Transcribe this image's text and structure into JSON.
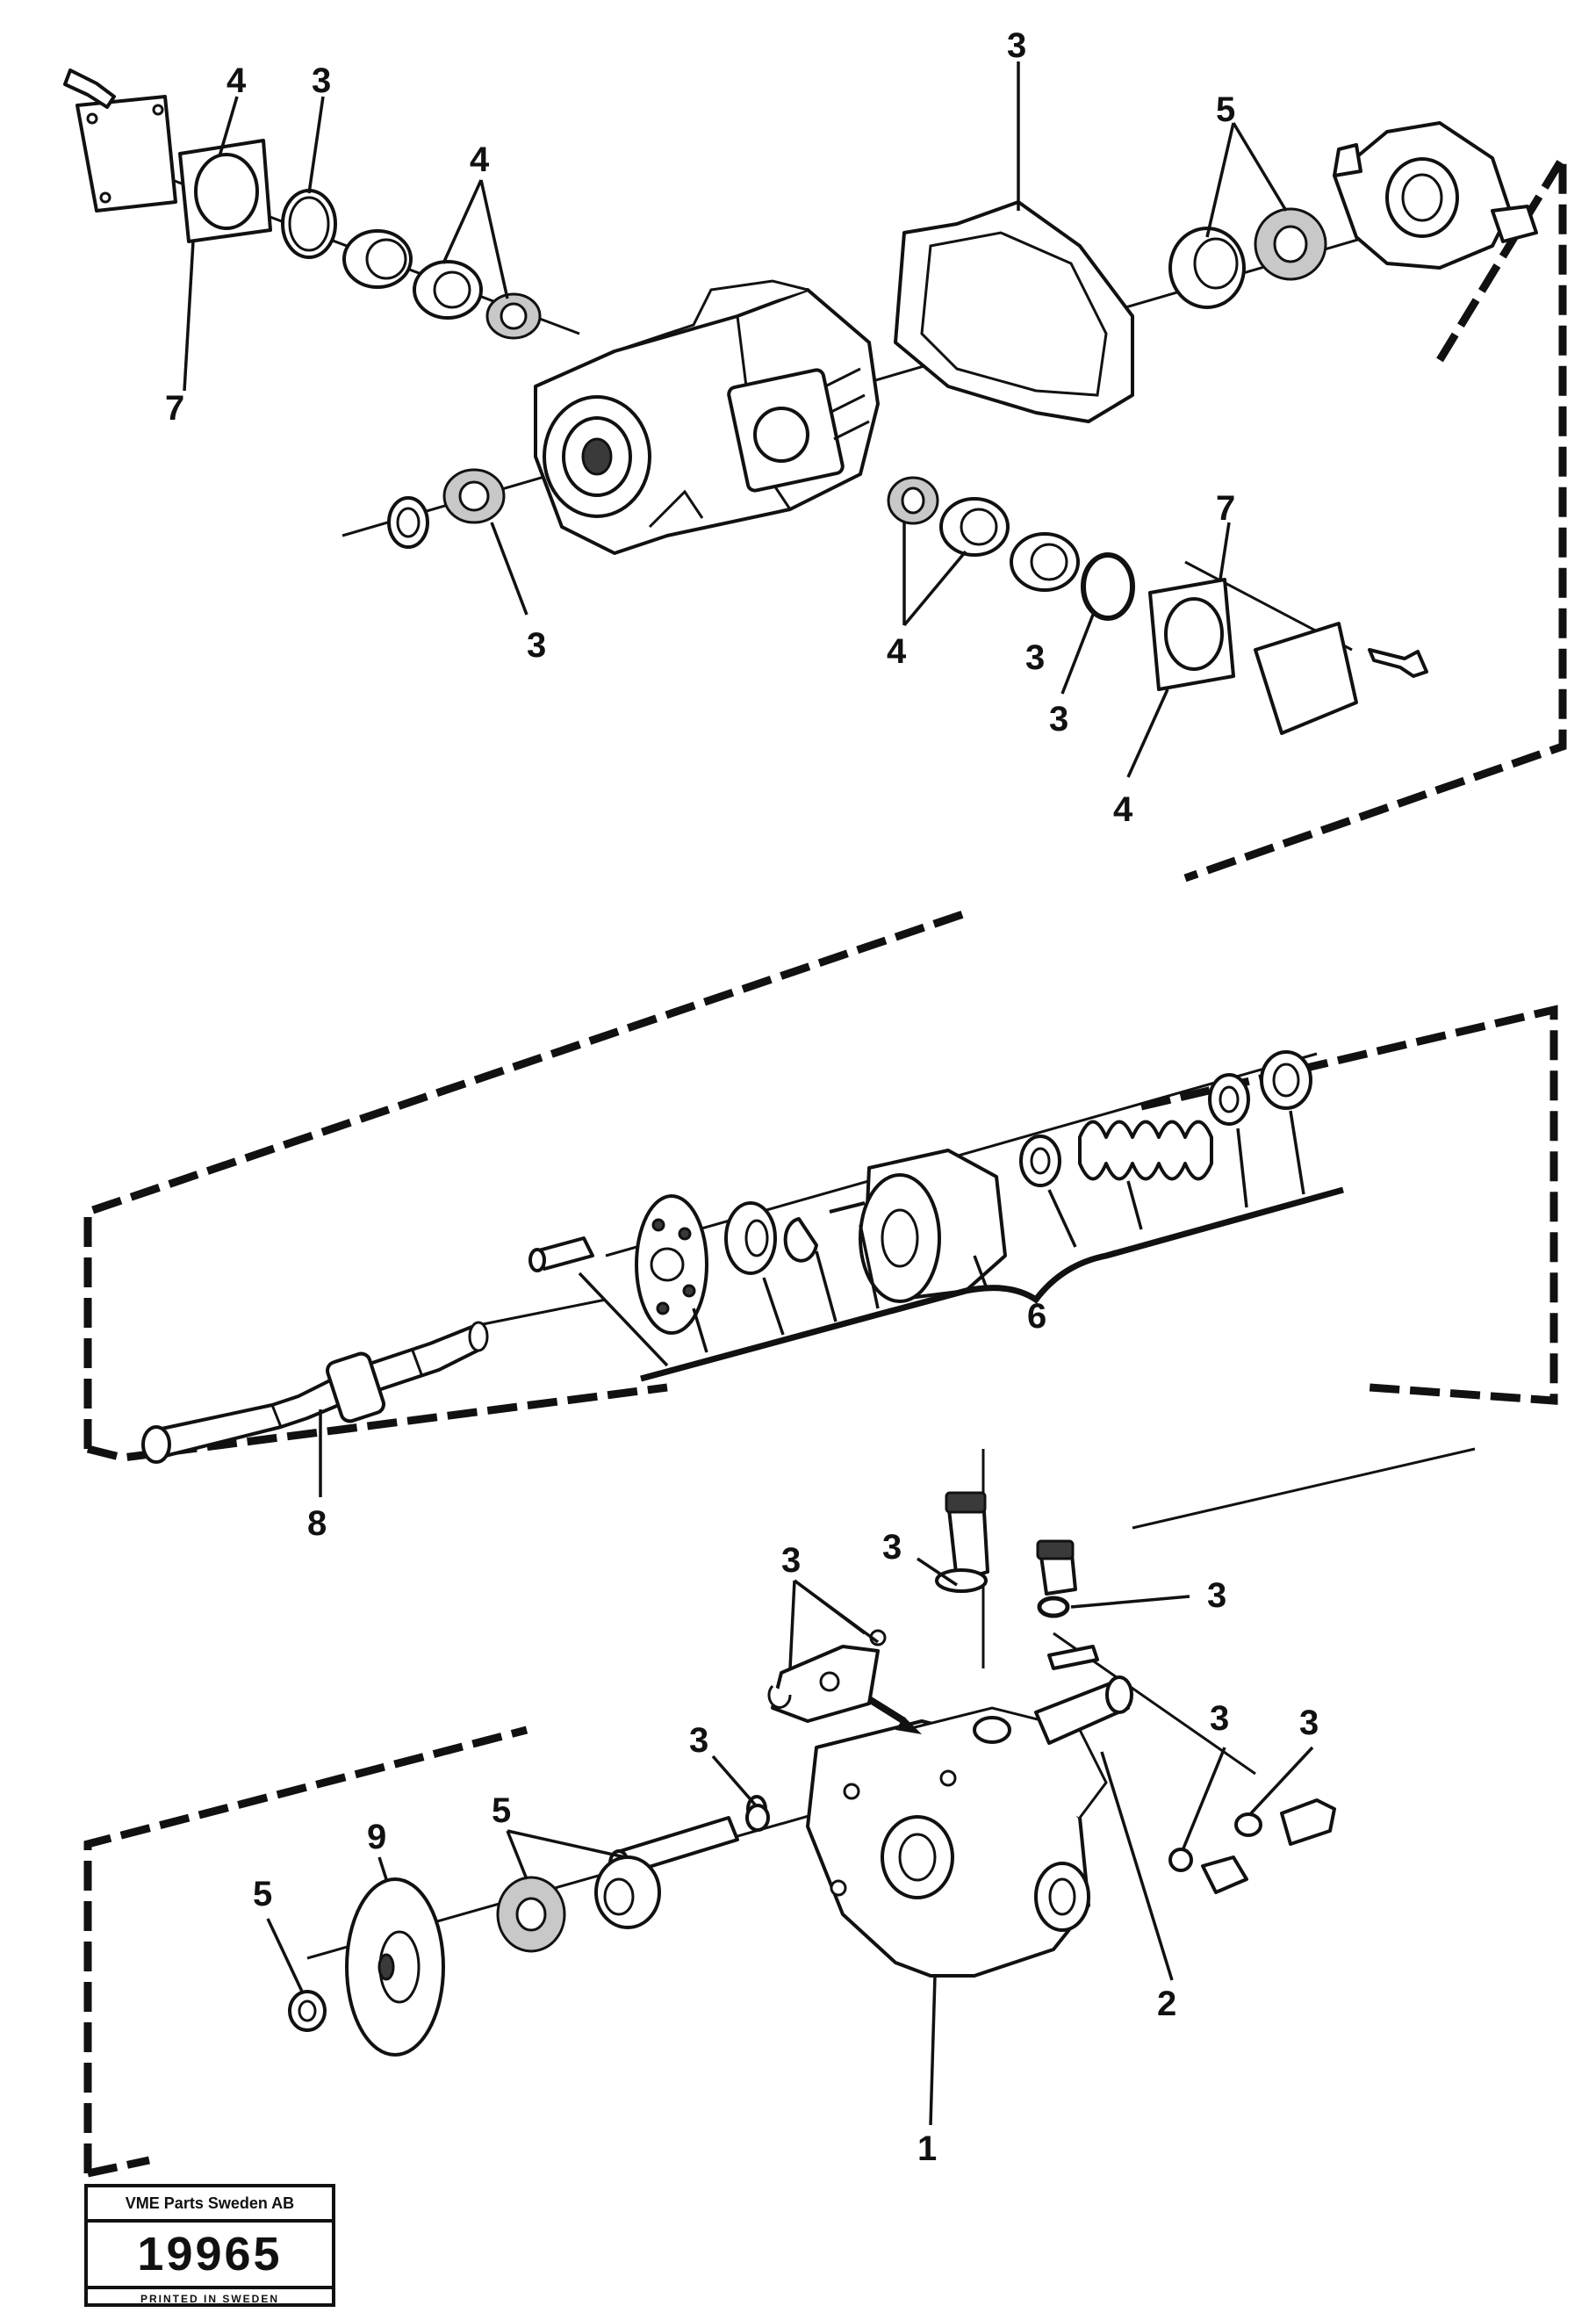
{
  "stamp": {
    "company": "VME Parts Sweden AB",
    "number": "19965",
    "printed": "PRINTED IN SWEDEN"
  },
  "callouts": [
    {
      "id": "c-top-3a",
      "label": "3"
    },
    {
      "id": "c-top-4a",
      "label": "4"
    },
    {
      "id": "c-top-3b",
      "label": "3"
    },
    {
      "id": "c-top-4b",
      "label": "4"
    },
    {
      "id": "c-top-7a",
      "label": "7"
    },
    {
      "id": "c-top-3c",
      "label": "3"
    },
    {
      "id": "c-top-5a",
      "label": "5"
    },
    {
      "id": "c-top-3d",
      "label": "3"
    },
    {
      "id": "c-top-7b",
      "label": "7"
    },
    {
      "id": "c-top-4c",
      "label": "4"
    },
    {
      "id": "c-top-3e",
      "label": "3"
    },
    {
      "id": "c-top-4d",
      "label": "4"
    },
    {
      "id": "c-mid-6",
      "label": "6"
    },
    {
      "id": "c-mid-8",
      "label": "8"
    },
    {
      "id": "c-bot-3a",
      "label": "3"
    },
    {
      "id": "c-bot-3b",
      "label": "3"
    },
    {
      "id": "c-bot-3c",
      "label": "3"
    },
    {
      "id": "c-bot-3d",
      "label": "3"
    },
    {
      "id": "c-bot-3e",
      "label": "3"
    },
    {
      "id": "c-bot-3f",
      "label": "3"
    },
    {
      "id": "c-bot-5a",
      "label": "5"
    },
    {
      "id": "c-bot-9",
      "label": "9"
    },
    {
      "id": "c-bot-5b",
      "label": "5"
    },
    {
      "id": "c-bot-2",
      "label": "2"
    },
    {
      "id": "c-bot-1",
      "label": "1"
    }
  ]
}
